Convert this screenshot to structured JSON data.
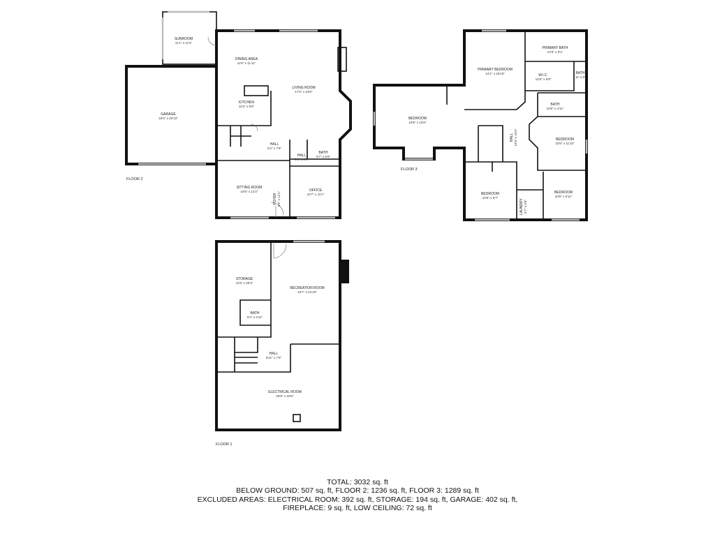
{
  "floors": [
    {
      "label": "FLOOR 2",
      "rooms": [
        {
          "name": "SUNROOM",
          "dim": "11'1\" x 11'4\""
        },
        {
          "name": "DINING AREA",
          "dim": "11'9\" x 11'11\""
        },
        {
          "name": "LIVING ROOM",
          "dim": "17'2\" x 23'6\""
        },
        {
          "name": "GARAGE",
          "dim": "19'3\" x 20'10\""
        },
        {
          "name": "KITCHEN",
          "dim": "11'5\" x 8'6\""
        },
        {
          "name": "HALL",
          "dim": "8'4\" x 7'9\""
        },
        {
          "name": "HALL",
          "dim": "9'0\" x 3'1\""
        },
        {
          "name": "BATH",
          "dim": "5'7\" x 5'5\""
        },
        {
          "name": "SITTING ROOM",
          "dim": "10'5\" x 12'2\""
        },
        {
          "name": "FOYER",
          "dim": "5'5\" x 12'2\""
        },
        {
          "name": "OFFICE",
          "dim": "10'7\" x 11'1\""
        }
      ]
    },
    {
      "label": "FLOOR 3",
      "rooms": [
        {
          "name": "PRIMARY BEDROOM",
          "dim": "13'1\" x 16'10\""
        },
        {
          "name": "PRIMARY BATH",
          "dim": "13'3\" x 9'1\""
        },
        {
          "name": "W.I.C.",
          "dim": "10'0\" x 6'9\""
        },
        {
          "name": "BATH",
          "dim": "11' x 6'"
        },
        {
          "name": "BATH",
          "dim": "10'8\" x 4'11\""
        },
        {
          "name": "BEDROOM",
          "dim": "19'5\" x 15'6\""
        },
        {
          "name": "HALL",
          "dim": "15'9\" x 19'4\""
        },
        {
          "name": "BEDROOM",
          "dim": "10'8\" x 11'10\""
        },
        {
          "name": "BEDROOM",
          "dim": "10'9\" x 9'7\""
        },
        {
          "name": "LAUNDRY",
          "dim": "5'7\" x 5'8\""
        },
        {
          "name": "BEDROOM",
          "dim": "10'8\" x 9'11\""
        }
      ]
    },
    {
      "label": "FLOOR 1",
      "rooms": [
        {
          "name": "STORAGE",
          "dim": "11'5\" x 20'4\""
        },
        {
          "name": "BATH",
          "dim": "6'4\" x 4'11\""
        },
        {
          "name": "RECREATION ROOM",
          "dim": "16'7\" x 21'10\""
        },
        {
          "name": "HALL",
          "dim": "6'11\" x 7'6\""
        },
        {
          "name": "ELECTRICAL ROOM",
          "dim": "26'8\" x 18'5\""
        }
      ]
    }
  ],
  "summary": {
    "total": "TOTAL: 3032 sq. ft",
    "line2": "BELOW GROUND: 507 sq. ft, FLOOR 2: 1236 sq. ft, FLOOR 3: 1289 sq. ft",
    "line3": "EXCLUDED AREAS: ELECTRICAL ROOM: 392 sq. ft, STORAGE: 194 sq. ft, GARAGE: 402 sq. ft,",
    "line4": "FIREPLACE: 9 sq. ft, LOW CEILING: 72 sq. ft"
  }
}
